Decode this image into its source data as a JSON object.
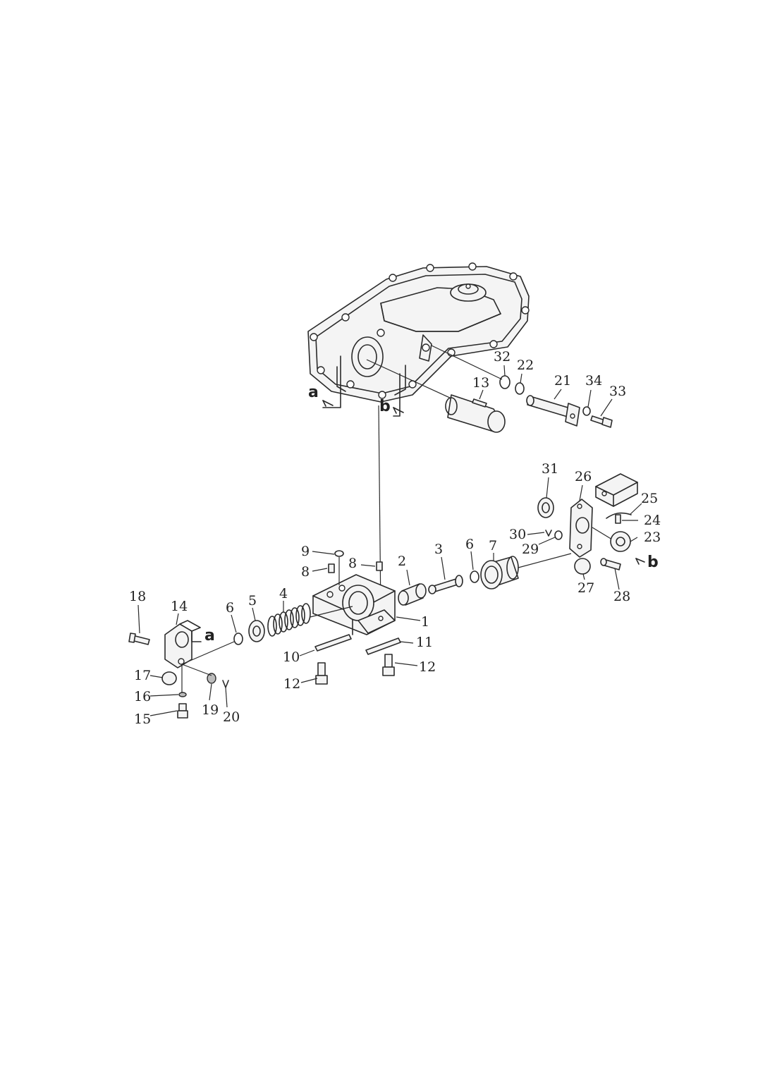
{
  "labels": {
    "p1": "1",
    "p2": "2",
    "p3": "3",
    "p4": "4",
    "p5": "5",
    "p6a": "6",
    "p6b": "6",
    "p7": "7",
    "p8a": "8",
    "p8b": "8",
    "p9": "9",
    "p10": "10",
    "p11": "11",
    "p12a": "12",
    "p12b": "12",
    "p13": "13",
    "p14": "14",
    "p15": "15",
    "p16": "16",
    "p17": "17",
    "p18": "18",
    "p19": "19",
    "p20": "20",
    "p21": "21",
    "p22": "22",
    "p23": "23",
    "p24": "24",
    "p25": "25",
    "p26": "26",
    "p27": "27",
    "p28": "28",
    "p29": "29",
    "p30": "30",
    "p31": "31",
    "p32": "32",
    "p33": "33",
    "p34": "34"
  },
  "refs": {
    "a_top": "a",
    "b_top": "b",
    "a_side": "a",
    "b_side": "b"
  }
}
